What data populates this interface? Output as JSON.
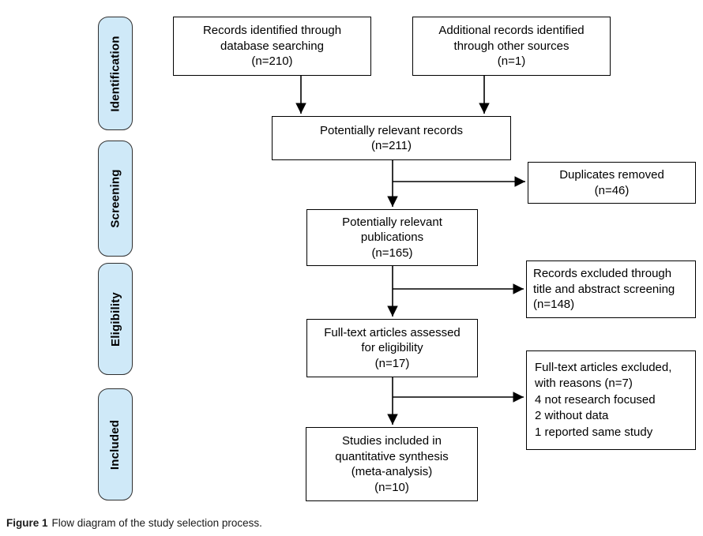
{
  "colors": {
    "sidebar_fill": "#cfe9f8",
    "box_border": "#000000",
    "background": "#ffffff"
  },
  "sidebar": {
    "stages": [
      {
        "label": "Identification"
      },
      {
        "label": "Screening"
      },
      {
        "label": "Eligibility"
      },
      {
        "label": "Included"
      }
    ]
  },
  "diagram": {
    "boxes": {
      "records_identified": "Records identified through\ndatabase searching\n(n=210)",
      "additional_records": "Additional records identified\nthrough other sources\n(n=1)",
      "potentially_relevant_records": "Potentially relevant records\n(n=211)",
      "duplicates_removed": "Duplicates removed\n(n=46)",
      "potentially_relevant_publications": "Potentially relevant\npublications\n(n=165)",
      "records_excluded": "Records excluded through\ntitle and abstract screening\n(n=148)",
      "fulltext_assessed": "Full-text articles assessed\nfor eligibility\n(n=17)",
      "fulltext_excluded": "Full-text articles excluded,\nwith reasons (n=7)\n4 not research focused\n2 without data\n1 reported same study",
      "studies_included": "Studies included in\nquantitative synthesis\n(meta-analysis)\n(n=10)"
    }
  },
  "caption": {
    "label": "Figure 1",
    "text": "Flow diagram of the study selection process."
  }
}
